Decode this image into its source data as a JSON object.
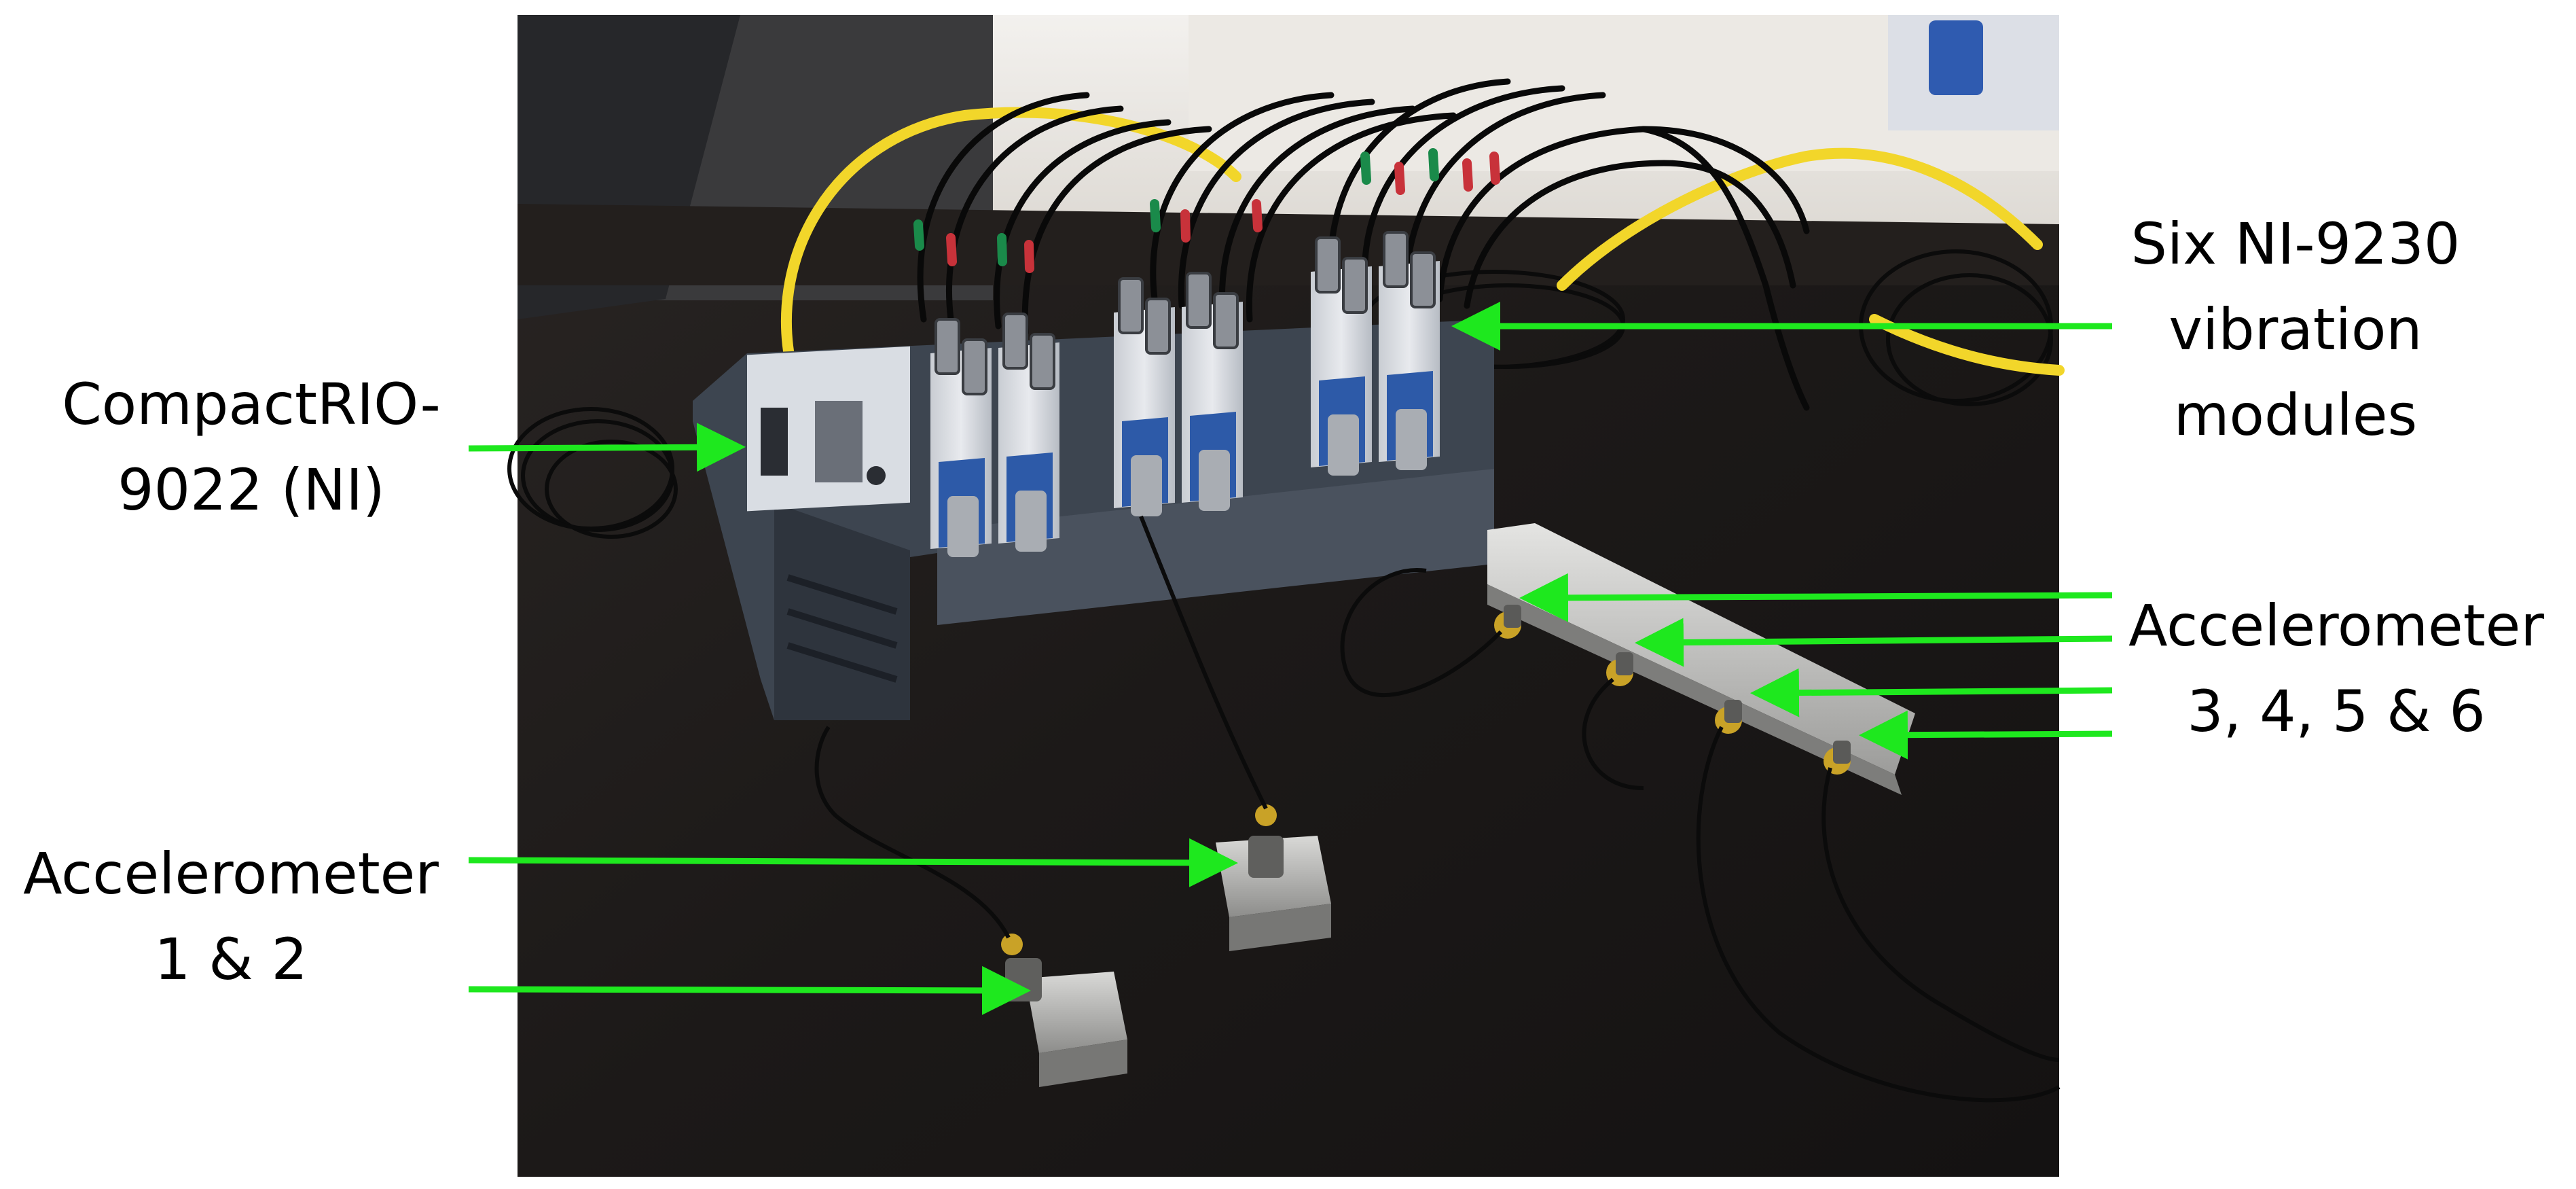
{
  "figure": {
    "labels": {
      "compactrio": [
        "CompactRIO-",
        "9022 (NI)"
      ],
      "ni9230": [
        "Six NI-9230",
        "vibration",
        "modules"
      ],
      "accelerometer_3_6": [
        "Accelerometer",
        "3, 4, 5 & 6"
      ],
      "accelerometer_1_2": [
        "Accelerometer",
        "1 & 2"
      ]
    },
    "arrow_color": "#1ee81e",
    "photo": {
      "description_icons": [
        "compactrio-chassis",
        "ni-9230-module",
        "accelerometer-sensor",
        "mounting-block",
        "aluminum-rail",
        "yellow-ethernet-cable",
        "bnc-cable"
      ]
    }
  }
}
